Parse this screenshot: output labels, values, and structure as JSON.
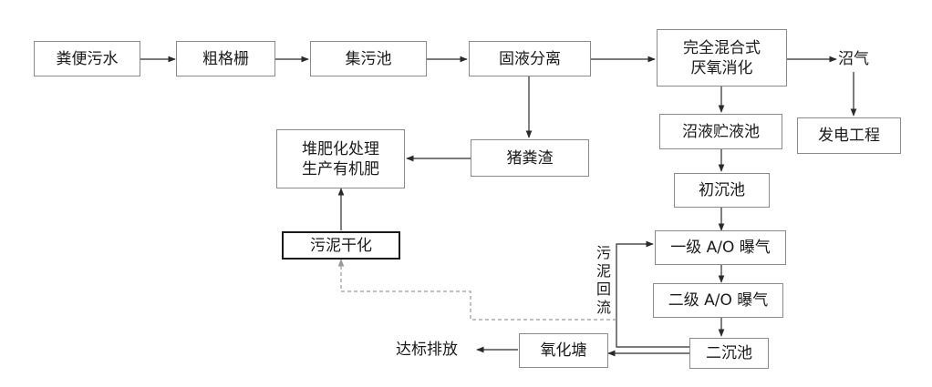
{
  "nodes": {
    "manure_water": "粪便污水",
    "coarse_screen": "粗格栅",
    "collection_tank": "集污池",
    "solid_liquid_separation": "固液分离",
    "cstr_digestion": "完全混合式\n厌氧消化",
    "biogas": "沼气",
    "power_generation": "发电工程",
    "biogas_slurry_tank": "沼液贮液池",
    "pig_manure_residue": "猪粪渣",
    "compost": "堆肥化处理\n生产有机肥",
    "primary_clarifier": "初沉池",
    "ao_stage1": "一级 A/O 曝气",
    "ao_stage2": "二级 A/O 曝气",
    "secondary_clarifier": "二沉池",
    "oxidation_pond": "氧化塘",
    "discharge": "达标排放",
    "sludge_drying": "污泥干化"
  },
  "labels": {
    "sludge_return": "污泥回流"
  },
  "colors": {
    "line": "#2a2a2a",
    "dashed_line": "#9a9a9a",
    "box_border": "#8a8a8a"
  }
}
